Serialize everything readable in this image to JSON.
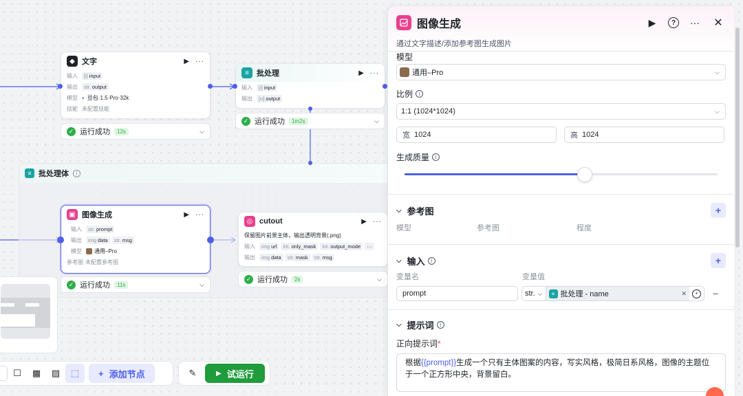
{
  "canvas": {
    "node_text": {
      "title": "文字",
      "input_label": "输入",
      "input_tag_type": "[i]",
      "input_tag_name": "input",
      "output_label": "输出",
      "output_tag_type": "str.",
      "output_tag_name": "output",
      "model_label": "模型",
      "model_value": "豆包·1.5·Pro·32k",
      "skill_label": "技能",
      "skill_value": "未配置技能",
      "status": "运行成功",
      "duration": "12s"
    },
    "node_batch": {
      "title": "批处理",
      "input_label": "输入",
      "input_tag_type": "[i]",
      "input_tag_name": "input",
      "output_label": "输出",
      "output_tag_type": "[o]",
      "output_tag_name": "output",
      "status": "运行成功",
      "duration": "1m2s"
    },
    "group": {
      "title": "批处理体"
    },
    "node_image": {
      "title": "图像生成",
      "input_label": "输入",
      "input_tag_type": "str.",
      "input_tag_name": "prompt",
      "output_label": "输出",
      "output_tag1_type": "img",
      "output_tag1_name": "data",
      "output_tag2_type": "str.",
      "output_tag2_name": "msg",
      "model_label": "模型",
      "model_value": "通用–Pro",
      "ref_label": "参考图",
      "ref_value": "未配置参考图",
      "status": "运行成功",
      "duration": "11s"
    },
    "node_cutout": {
      "title": "cutout",
      "desc": "保留图片前景主体，输出透明背景(.png)",
      "input_label": "输入",
      "in_tag1_type": "img",
      "in_tag1_name": "url",
      "in_tag2_type": "int.",
      "in_tag2_name": "only_mask",
      "in_tag3_type": "int.",
      "in_tag3_name": "output_mode",
      "more": "···",
      "output_label": "输出",
      "out_tag1_type": "img",
      "out_tag1_name": "data",
      "out_tag2_type": "str.",
      "out_tag2_name": "mask",
      "out_tag3_type": "str.",
      "out_tag3_name": "msg",
      "status": "运行成功",
      "duration": "2s"
    },
    "toolbar": {
      "add_node": "添加节点",
      "test_run": "试运行"
    }
  },
  "panel": {
    "title": "图像生成",
    "description": "通过文字描述/添加参考图生成图片",
    "model_label": "模型",
    "model_value": "通用–Pro",
    "ratio_label": "比例",
    "ratio_value": "1:1 (1024*1024)",
    "width_prefix": "宽",
    "width_value": "1024",
    "height_prefix": "高",
    "height_value": "1024",
    "quality_label": "生成质量",
    "quality_level": 0.5,
    "ref_section": "参考图",
    "ref_cols": [
      "模型",
      "参考图",
      "程度"
    ],
    "input_section": "输入",
    "var_name_col": "变量名",
    "var_value_col": "变量值",
    "var_name": "prompt",
    "var_type": "str.",
    "var_ref": "批处理 - name",
    "prompt_section": "提示词",
    "positive_label": "正向提示词",
    "positive_required": "*",
    "prompt_var": "{{prompt}}",
    "prompt_prefix": "根据",
    "prompt_text": "生成一个只有主体图案的内容，写实风格，极简日系风格，图像的主题位于一个正方形中央，背景留白。"
  },
  "colors": {
    "accent": "#4e5fe8",
    "success": "#2dae4a",
    "image_node": "#e83f8e",
    "batch_node": "#1aa3a3"
  }
}
